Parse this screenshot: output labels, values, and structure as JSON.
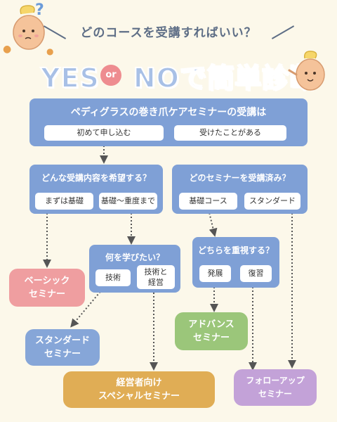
{
  "header": {
    "subtitle": "どのコースを受講すればいい？",
    "title_yes": "YES",
    "title_or": "or",
    "title_rest": "NOで簡単診断"
  },
  "start": {
    "question": "ペディグラスの巻き爪ケアセミナーの受講は",
    "option_new": "初めて申し込む",
    "option_taken": "受けたことがある"
  },
  "q_content": {
    "question": "どんな受講内容を希望する？",
    "option_basic": "まずは基礎",
    "option_advanced": "基礎〜重度まで"
  },
  "q_taken": {
    "question": "どのセミナーを受講済み？",
    "option_basic_course": "基礎コース",
    "option_standard": "スタンダード"
  },
  "q_learn": {
    "question": "何を学びたい？",
    "option_tech": "技術",
    "option_tech_mgmt_1": "技術と",
    "option_tech_mgmt_2": "経営"
  },
  "q_focus": {
    "question": "どちらを重視する？",
    "option_develop": "発展",
    "option_review": "復習"
  },
  "results": {
    "basic": [
      "ベーシック",
      "セミナー"
    ],
    "standard": [
      "スタンダード",
      "セミナー"
    ],
    "management": [
      "経営者向け",
      "スペシャルセミナー"
    ],
    "advanced": [
      "アドバンス",
      "セミナー"
    ],
    "followup": [
      "フォローアップ",
      "セミナー"
    ]
  },
  "colors": {
    "background": "#FCF8EA",
    "box_blue": "#7FA0D6",
    "basic_pink": "#EF9EA0",
    "standard_blue": "#86A6D8",
    "management_orange": "#E0AD55",
    "advanced_green": "#9BC67A",
    "followup_purple": "#C3A2D8"
  }
}
